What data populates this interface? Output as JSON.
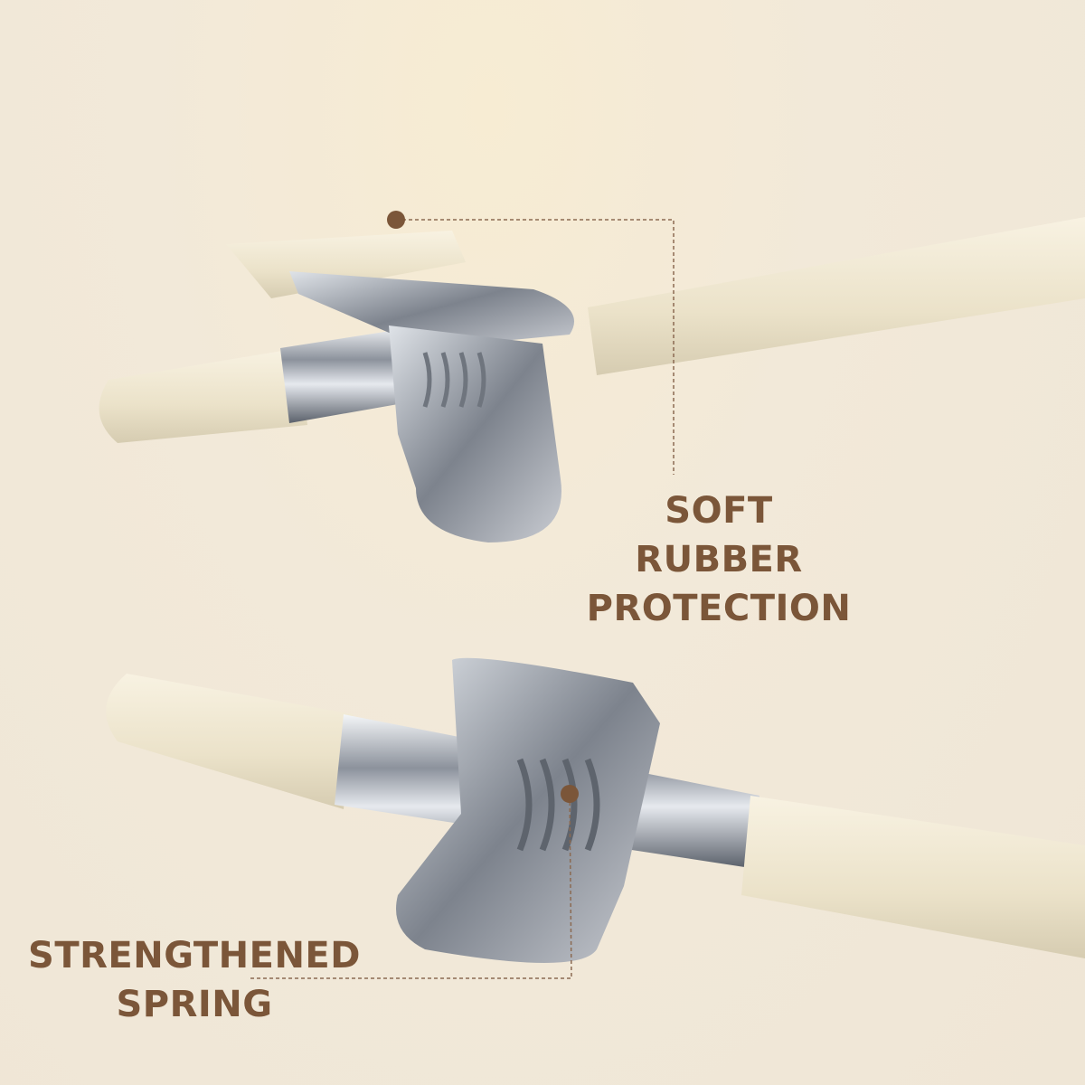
{
  "callouts": [
    {
      "line1": "SOFT RUBBER",
      "line2": "PROTECTION"
    },
    {
      "line1": "STRENGTHENED",
      "line2": "SPRING"
    }
  ],
  "colors": {
    "background": "#f1e8d7",
    "label": "#7b5639",
    "rubber": "#ece3cc",
    "metal": "#b8bcc4"
  }
}
